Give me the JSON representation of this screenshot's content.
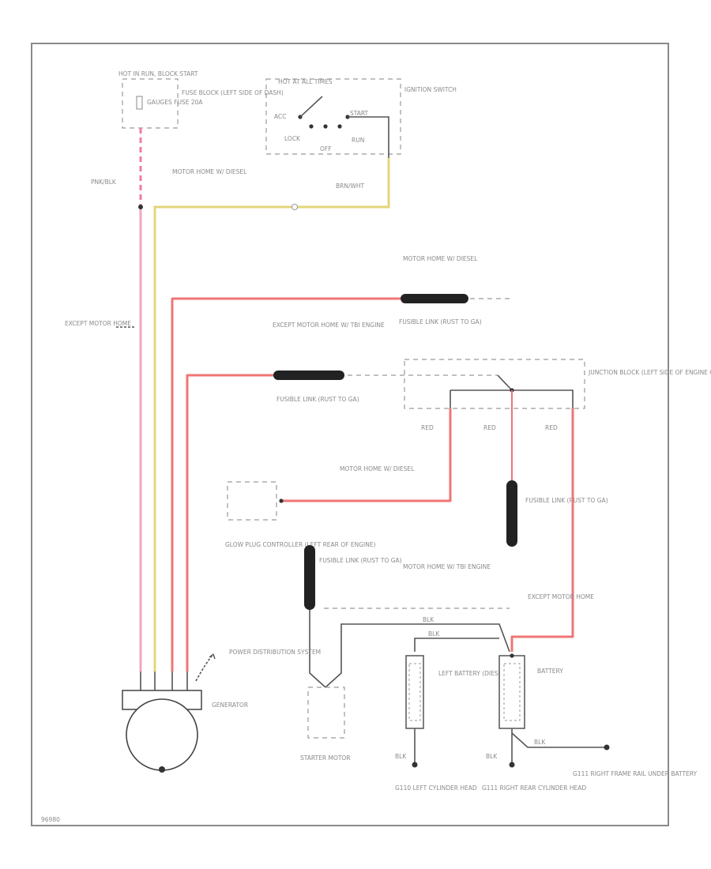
{
  "labels": {
    "hot_in_run": "HOT IN RUN, BLOCK START",
    "fuse_gauges": "GAUGES FUSE 20A",
    "fuse_block": "FUSE BLOCK (LEFT SIDE OF DASH)",
    "hot_at_all_times": "HOT AT ALL TIMES",
    "acc": "ACC",
    "start": "START",
    "lock": "LOCK",
    "run": "RUN",
    "off": "OFF",
    "ignition_switch": "IGNITION SWITCH",
    "brn_wht": "BRN/WHT",
    "pnk_blk": "PNK/BLK",
    "mh_diesel_1": "MOTOR HOME W/ DIESEL",
    "mh_diesel_2": "MOTOR HOME W/ DIESEL",
    "fusible_link_1": "FUSIBLE LINK (RUST TO GA)",
    "except_mh_tbi": "EXCEPT MOTOR HOME W/ TBI ENGINE",
    "fusible_link_2": "FUSIBLE LINK (RUST TO GA)",
    "except_motor_home_1": "EXCEPT MOTOR HOME",
    "junction_block": "JUNCTION BLOCK (LEFT SIDE OF ENGINE COMPT)",
    "red_1": "RED",
    "red_2": "RED",
    "red_3": "RED",
    "mh_diesel_3": "MOTOR HOME W/ DIESEL",
    "glow_plug": "GLOW PLUG CONTROLLER (LEFT REAR OF ENGINE)",
    "fusible_link_3": "FUSIBLE LINK (RUST TO GA)",
    "fusible_link_4": "FUSIBLE LINK (RUST TO GA)",
    "mh_tbi": "MOTOR HOME W/ TBI ENGINE",
    "except_motor_home_2": "EXCEPT MOTOR HOME",
    "blk_1": "BLK",
    "blk_2": "BLK",
    "blk_3": "BLK",
    "blk_4": "BLK",
    "blk_5": "BLK",
    "power_distribution": "POWER DISTRIBUTION SYSTEM",
    "generator": "GENERATOR",
    "starter_motor": "STARTER MOTOR",
    "left_battery": "LEFT BATTERY (DIESEL)",
    "battery": "BATTERY",
    "g110": "G110 LEFT CYLINDER HEAD",
    "g111": "G111 RIGHT REAR CYLINDER HEAD",
    "g111b": "G111 RIGHT FRAME RAIL UNDER BATTERY",
    "figure_id": "96980"
  }
}
